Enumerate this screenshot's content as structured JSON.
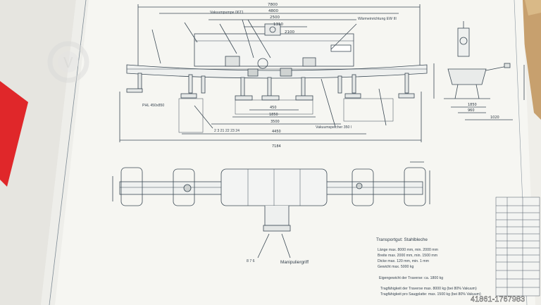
{
  "drawing": {
    "label_vacuum_pump": "Vakuumpumpe 06T1",
    "label_heating": "Wärmeinrichtung EW III",
    "label_pad": "PHL 450x850",
    "label_reservoir": "Vakuumspeicher 350 l",
    "label_handle": "Manipuliergriff",
    "part_refs_bottom": "2 3 21 22 23 24",
    "part_refs_handle": "8 7 6",
    "dims_top": [
      "7800",
      "4800",
      "2500",
      "1310",
      "2100"
    ],
    "dims_bottom": [
      "450",
      "1850",
      "3500",
      "4450",
      "7184"
    ],
    "dims_side": [
      "1850",
      "960",
      "1020"
    ]
  },
  "specs": {
    "title": "Transportgut: Stahlbleche",
    "lines": [
      "Länge max. 8000 mm, min. 2000 mm",
      "Breite max. 2000 mm, min. 1500 mm",
      "Dicke max. 120 mm, min. 1 mm",
      "Gewicht max. 5000 kg"
    ],
    "self_weight": "Eigengewicht der Traverse: ca. 1800 kg",
    "capacity_lines": [
      "Tragfähigkeit der Traverse max. 8000 kg (bei 80% Vakuum)",
      "Tragfähigkeit pro Saugplatte: max. 1500 kg (bei 80% Vakuum)"
    ]
  },
  "watermark": "41861-1767983",
  "colors": {
    "paper": "#f4f3ef",
    "ink": "#2b3640",
    "red_binder": "#e0272a"
  }
}
